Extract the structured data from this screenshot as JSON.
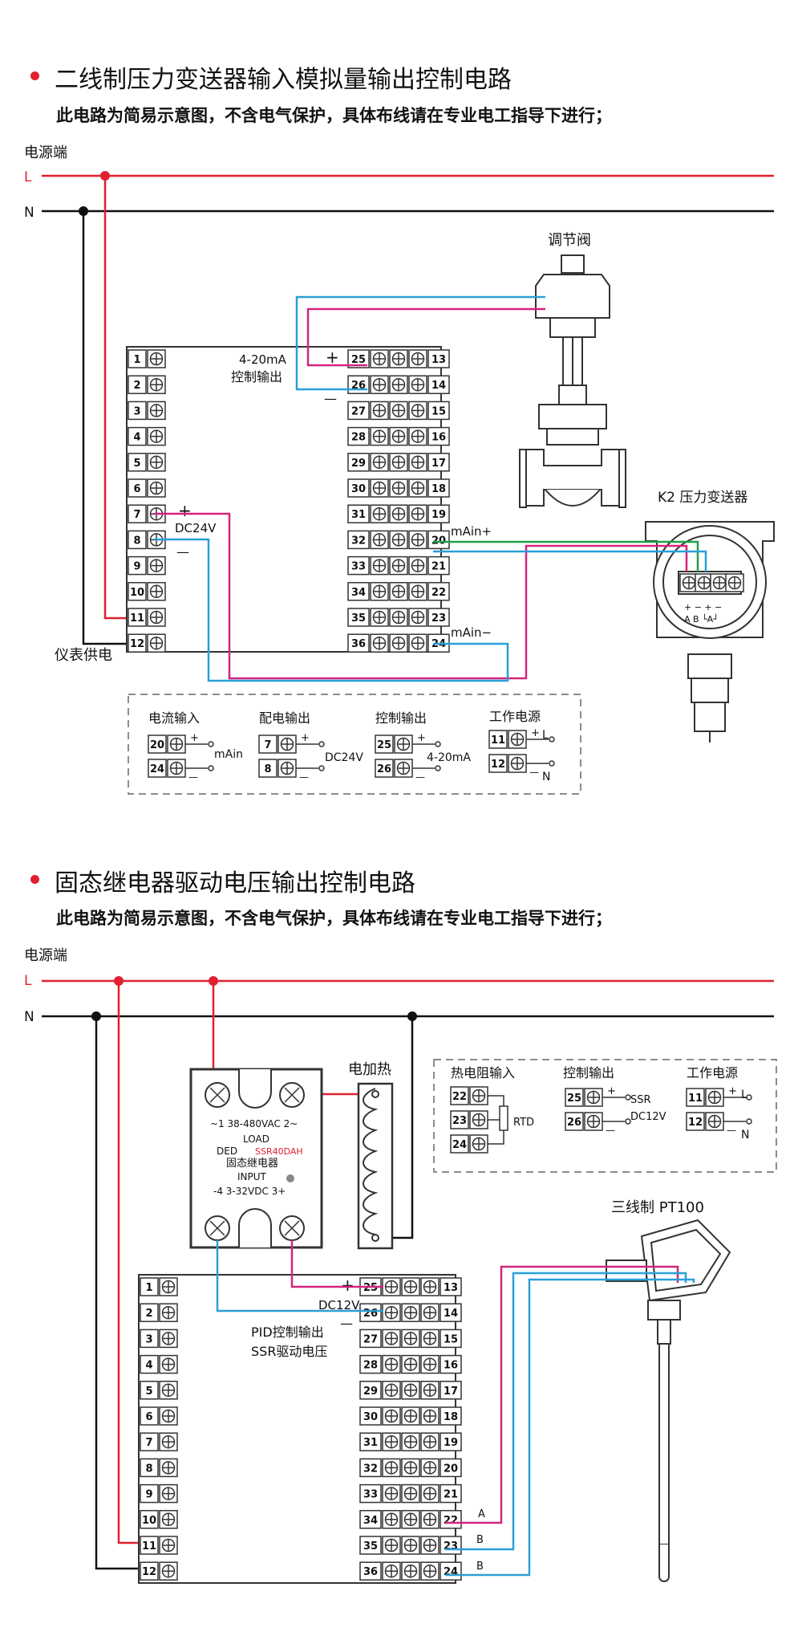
{
  "colors": {
    "live": "#e0202f",
    "neutral": "#111111",
    "pink": "#d3257c",
    "blue": "#2a9fd8",
    "green": "#20a049"
  },
  "section1": {
    "title": "二线制压力变送器输入模拟量输出控制电路",
    "note": "此电路为简易示意图，不含电气保护，具体布线请在专业电工指导下进行；",
    "power_label": "电源端",
    "line_L": "L",
    "line_N": "N",
    "valve_label": "调节阀",
    "transmitter_label": "K2 压力变送器",
    "control_out_label_1": "4-20mA",
    "control_out_label_2": "控制输出",
    "plus": "+",
    "minus": "—",
    "dc24v": "DC24V",
    "supply_label": "仪表供电",
    "main_plus": "mAin+",
    "main_minus": "mAin−",
    "tx_term_1": "+ − + −",
    "tx_term_2": "A  B  └A┘",
    "left_terminals": [
      "1",
      "2",
      "3",
      "4",
      "5",
      "6",
      "7",
      "8",
      "9",
      "10",
      "11",
      "12"
    ],
    "mid_terminals": [
      "25",
      "26",
      "27",
      "28",
      "29",
      "30",
      "31",
      "32",
      "33",
      "34",
      "35",
      "36"
    ],
    "right_terminals": [
      "13",
      "14",
      "15",
      "16",
      "17",
      "18",
      "19",
      "20",
      "21",
      "22",
      "23",
      "24"
    ],
    "legend": {
      "current_in": {
        "title": "电流输入",
        "t1": "20",
        "t2": "24",
        "label": "mAin"
      },
      "power_out": {
        "title": "配电输出",
        "t1": "7",
        "t2": "8",
        "label": "DC24V"
      },
      "control_out": {
        "title": "控制输出",
        "t1": "25",
        "t2": "26",
        "label": "4-20mA"
      },
      "work_power": {
        "title": "工作电源",
        "t1": "11",
        "t2": "12",
        "l": "L",
        "n": "N"
      }
    }
  },
  "section2": {
    "title": "固态继电器驱动电压输出控制电路",
    "note": "此电路为简易示意图，不含电气保护，具体布线请在专业电工指导下进行；",
    "power_label": "电源端",
    "line_L": "L",
    "line_N": "N",
    "heater_label": "电加热",
    "ssr": {
      "top": "~1  38-480VAC  2~",
      "load": "LOAD",
      "brand": "DED",
      "model": "SSR40DAH",
      "name": "固态继电器",
      "input": "INPUT",
      "bottom": "-4  3-32VDC  3+"
    },
    "pt100_label": "三线制 PT100",
    "plus": "+",
    "minus": "—",
    "dc12v": "DC12V",
    "pid_label_1": "PID控制输出",
    "pid_label_2": "SSR驱动电压",
    "wire_a": "A",
    "wire_b1": "B",
    "wire_b2": "B",
    "legend": {
      "rtd_in": {
        "title": "热电阻输入",
        "t1": "22",
        "t2": "23",
        "t3": "24",
        "label": "RTD"
      },
      "control_out": {
        "title": "控制输出",
        "t1": "25",
        "t2": "26",
        "l1": "SSR",
        "l2": "DC12V"
      },
      "work_power": {
        "title": "工作电源",
        "t1": "11",
        "t2": "12",
        "l": "L",
        "n": "N"
      }
    }
  }
}
